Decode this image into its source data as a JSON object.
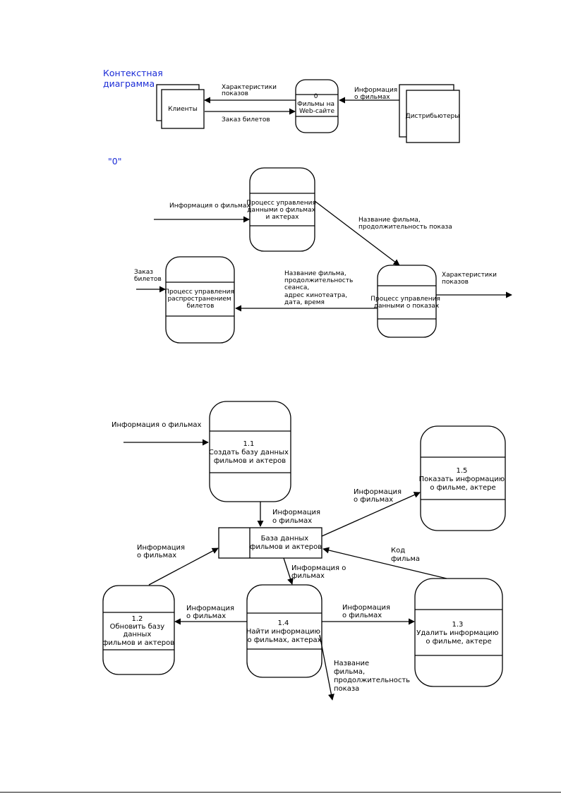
{
  "headings": {
    "context": [
      "Контекстная",
      "диаграмма"
    ],
    "level0": "\"0\""
  },
  "context": {
    "clients": "Клиенты",
    "system": [
      "0",
      "Фильмы на",
      "Web-сайте"
    ],
    "distributors": "Дистрибьютеры",
    "flow_characteristics": [
      "Характеристики",
      "показов"
    ],
    "flow_order": "Заказ билетов",
    "flow_info": [
      "Информация",
      "о фильмах"
    ]
  },
  "level0": {
    "p_films": [
      "Процесс управления",
      "данными о фильмах",
      "и актерах"
    ],
    "p_tickets": [
      "Процесс управления",
      "распространением",
      "билетов"
    ],
    "p_shows": [
      "Процесс управления",
      "данными о показах"
    ],
    "flow_info_in": "Информация о фильмах",
    "flow_name_duration": [
      "Название фильма,",
      "продолжительность показа"
    ],
    "flow_order": [
      "Заказ",
      "билетов"
    ],
    "flow_show_details": [
      "Название фильма,",
      "продолжительность",
      "сеанса,",
      "адрес кинотеатра,",
      "дата, время"
    ],
    "flow_characteristics_out": [
      "Характеристики",
      "показов"
    ]
  },
  "level1": {
    "flow_info_in": "Информация о фильмах",
    "p11": [
      "1.1",
      "Создать базу данных",
      "фильмов и актеров"
    ],
    "p12": [
      "1.2",
      "Обновить базу",
      "данных",
      "фильмов и актеров"
    ],
    "p13": [
      "1.3",
      "Удалить информацию",
      "о фильме, актере"
    ],
    "p14": [
      "1.4",
      "Найти информацию",
      "о фильмах, актерах"
    ],
    "p15": [
      "1.5",
      "Показать информацию",
      "о фильме, актере"
    ],
    "db": [
      "База данных",
      "фильмов и актеров"
    ],
    "f_11_db": [
      "Информация",
      "о фильмах"
    ],
    "f_db_15": [
      "Информация",
      "о фильмах"
    ],
    "f_12_db": [
      "Информация",
      "о фильмах"
    ],
    "f_13_db": [
      "Код",
      "фильма"
    ],
    "f_db_14": [
      "Информация о",
      "фильмах"
    ],
    "f_14_12": [
      "Информация",
      "о фильмах"
    ],
    "f_14_13": [
      "Информация",
      "о фильмах"
    ],
    "f_14_out": [
      "Название",
      "фильма,",
      "продолжительность",
      "показа"
    ]
  }
}
